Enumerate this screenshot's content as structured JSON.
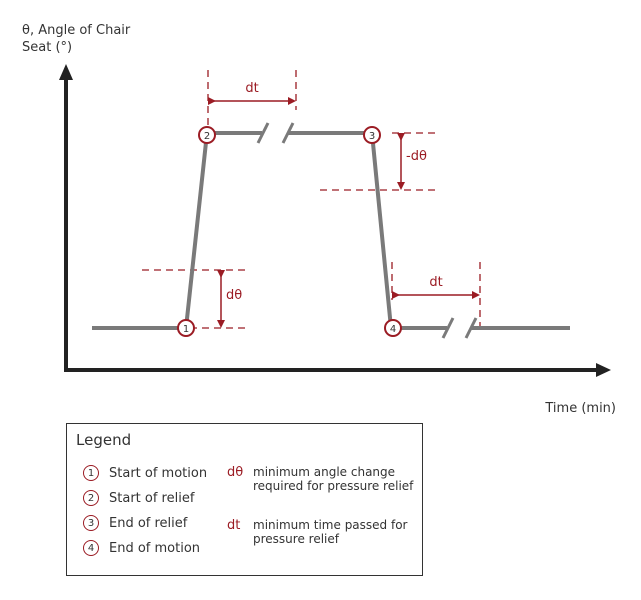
{
  "axes": {
    "y_title": "θ, Angle of Chair Seat (°)",
    "x_title": "Time (min)"
  },
  "annotations": {
    "dt_top": "dt",
    "dt_bottom": "dt",
    "dtheta_left": "dθ",
    "dtheta_right": "-dθ"
  },
  "points": [
    "1",
    "2",
    "3",
    "4"
  ],
  "legend": {
    "title": "Legend",
    "items": [
      {
        "num": "1",
        "label": "Start of motion"
      },
      {
        "num": "2",
        "label": "Start of relief"
      },
      {
        "num": "3",
        "label": "End of relief"
      },
      {
        "num": "4",
        "label": "End of motion"
      }
    ],
    "definitions": [
      {
        "symbol": "dθ",
        "text": "minimum angle change required for pressure relief"
      },
      {
        "symbol": "dt",
        "text": "minimum time passed for pressure relief"
      }
    ]
  },
  "colors": {
    "line": "#7a7a7a",
    "accent": "#9b1c24",
    "axis": "#222222"
  }
}
